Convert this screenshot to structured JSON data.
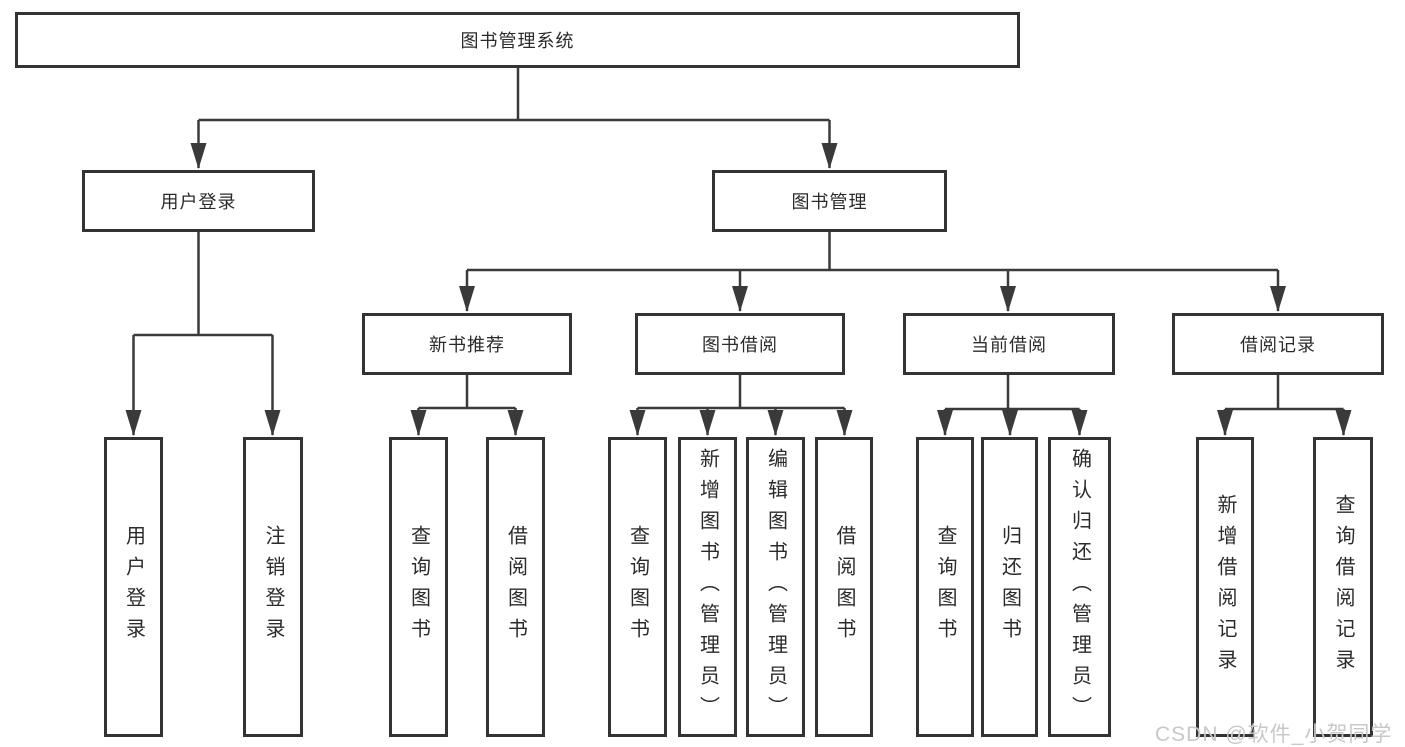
{
  "tree": {
    "label": "图书管理系统",
    "children": [
      {
        "label": "用户登录",
        "children": [
          {
            "label": "用户登录"
          },
          {
            "label": "注销登录"
          }
        ]
      },
      {
        "label": "图书管理",
        "children": [
          {
            "label": "新书推荐",
            "children": [
              {
                "label": "查询图书"
              },
              {
                "label": "借阅图书"
              }
            ]
          },
          {
            "label": "图书借阅",
            "children": [
              {
                "label": "查询图书"
              },
              {
                "label": "新增图书（管理员）"
              },
              {
                "label": "编辑图书（管理员）"
              },
              {
                "label": "借阅图书"
              }
            ]
          },
          {
            "label": "当前借阅",
            "children": [
              {
                "label": "查询图书"
              },
              {
                "label": "归还图书"
              },
              {
                "label": "确认归还（管理员）"
              }
            ]
          },
          {
            "label": "借阅记录",
            "children": [
              {
                "label": "新增借阅记录"
              },
              {
                "label": "查询借阅记录"
              }
            ]
          }
        ]
      }
    ]
  },
  "watermark": {
    "text": "CSDN @软件_小贺同学"
  },
  "colors": {
    "line": "#3a3a3a",
    "box_border": "#333333",
    "text": "#2b2b2b",
    "watermark": "#c8c8c8",
    "background": "#ffffff"
  }
}
